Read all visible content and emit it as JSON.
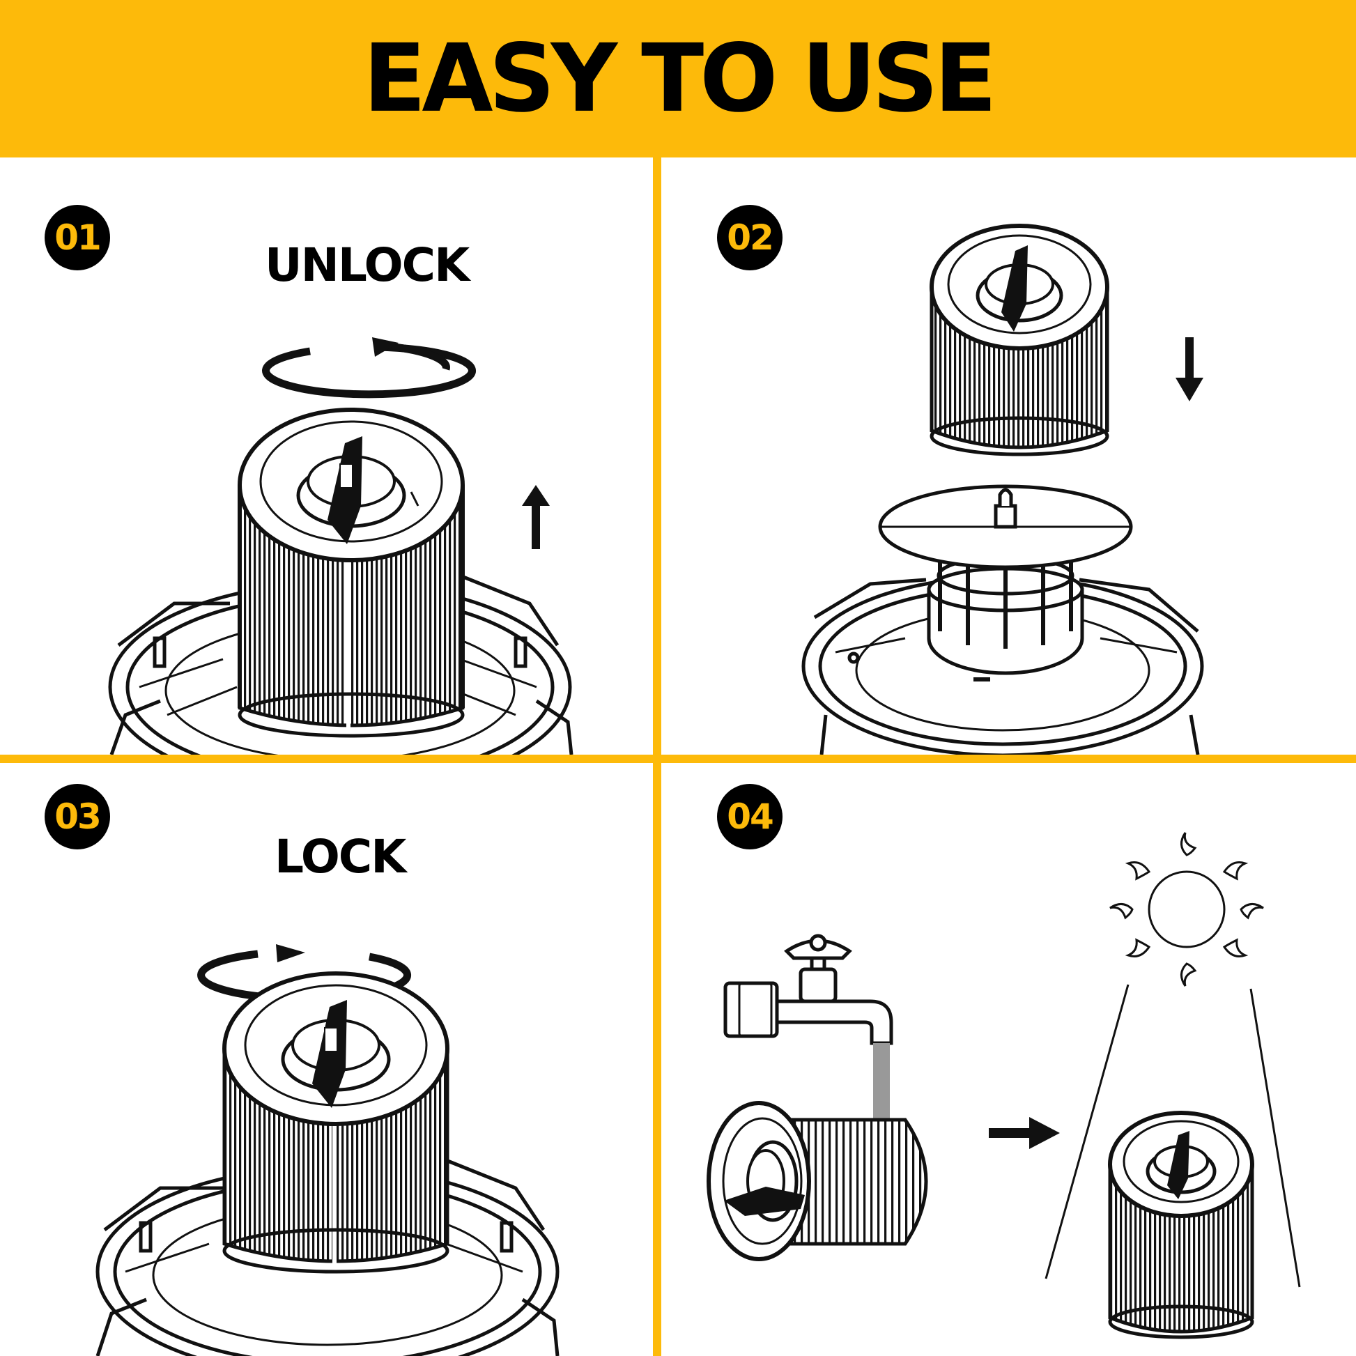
{
  "header": {
    "title": "EASY TO USE"
  },
  "steps": [
    {
      "number": "01",
      "label": "UNLOCK"
    },
    {
      "number": "02",
      "label": ""
    },
    {
      "number": "03",
      "label": "LOCK"
    },
    {
      "number": "04",
      "label": ""
    }
  ],
  "colors": {
    "accent": "#FDBA0A",
    "ink": "#000000",
    "background": "#FFFFFF"
  },
  "icons": {
    "step1": [
      "rotate-counterclockwise-icon",
      "arrow-up-icon",
      "filter-cartridge-icon",
      "vacuum-base-icon"
    ],
    "step2": [
      "filter-cartridge-icon",
      "arrow-down-icon",
      "filter-cage-icon",
      "vacuum-base-icon"
    ],
    "step3": [
      "rotate-clockwise-icon",
      "filter-cartridge-icon",
      "vacuum-base-icon"
    ],
    "step4": [
      "water-faucet-icon",
      "filter-cartridge-icon",
      "arrow-right-icon",
      "sun-icon",
      "filter-cartridge-icon"
    ]
  }
}
